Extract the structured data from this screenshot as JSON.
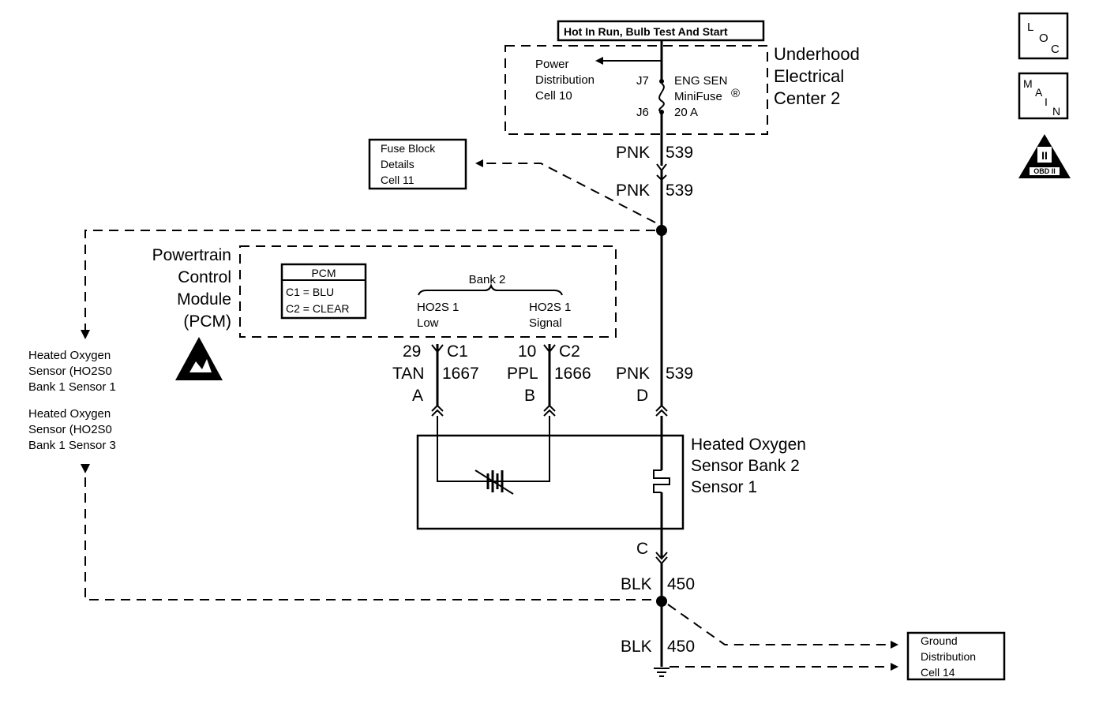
{
  "power_source": "Hot In Run, Bulb Test And Start",
  "uec": {
    "name": [
      "Underhood",
      "Electrical",
      "Center 2"
    ],
    "power_dist": [
      "Power",
      "Distribution",
      "Cell 10"
    ],
    "pins": {
      "j7": "J7",
      "j6": "J6"
    },
    "fuse": [
      "ENG SEN",
      "MiniFuse",
      "20 A"
    ],
    "registered": "®"
  },
  "fuse_block_ref": [
    "Fuse Block",
    "Details",
    "Cell 11"
  ],
  "wire_top1": {
    "color": "PNK",
    "circuit": "539"
  },
  "wire_top2": {
    "color": "PNK",
    "circuit": "539"
  },
  "pcm": {
    "name": [
      "Powertrain",
      "Control",
      "Module",
      "(PCM)"
    ],
    "table_header": "PCM",
    "table_rows": [
      "C1 = BLU",
      "C2 = CLEAR"
    ],
    "bank": "Bank 2",
    "pin_left": [
      "HO2S 1",
      "Low"
    ],
    "pin_right": [
      "HO2S 1",
      "Signal"
    ]
  },
  "left_refs": {
    "ref1": [
      "Heated Oxygen",
      "Sensor (HO2S0",
      "Bank 1 Sensor 1"
    ],
    "ref2": [
      "Heated Oxygen",
      "Sensor (HO2S0",
      "Bank 1 Sensor 3"
    ]
  },
  "connectors": {
    "c1": {
      "pin": "29",
      "conn": "C1",
      "color": "TAN",
      "circuit": "1667",
      "letter": "A"
    },
    "c2": {
      "pin": "10",
      "conn": "C2",
      "color": "PPL",
      "circuit": "1666",
      "letter": "B"
    },
    "pwr": {
      "color": "PNK",
      "circuit": "539",
      "letter": "D"
    },
    "gnd": {
      "letter": "C"
    }
  },
  "sensor": {
    "name": [
      "Heated Oxygen",
      "Sensor Bank 2",
      "Sensor 1"
    ]
  },
  "wire_gnd1": {
    "color": "BLK",
    "circuit": "450"
  },
  "wire_gnd2": {
    "color": "BLK",
    "circuit": "450"
  },
  "ground_ref": [
    "Ground",
    "Distribution",
    "Cell 14"
  ],
  "nav": {
    "loc": [
      "L",
      "O",
      "C"
    ],
    "main": [
      "M",
      "A",
      "I",
      "N"
    ],
    "obd": "OBD II",
    "obd_numeral": "II"
  }
}
